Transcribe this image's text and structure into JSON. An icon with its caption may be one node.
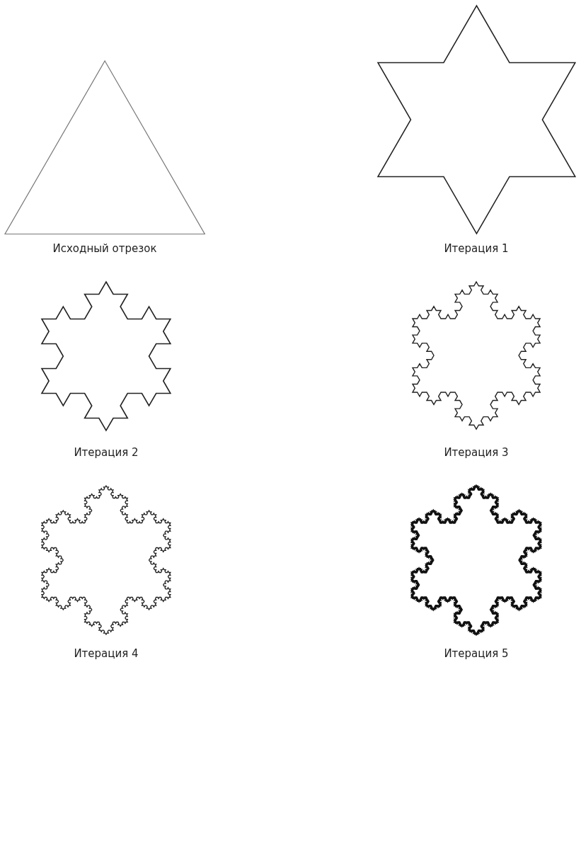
{
  "diagram": {
    "labels": [
      "Исходный отрезок",
      "Итерация 1",
      "Итерация 2",
      "Итерация 3",
      "Итерация 4",
      "Итерация 5"
    ]
  }
}
